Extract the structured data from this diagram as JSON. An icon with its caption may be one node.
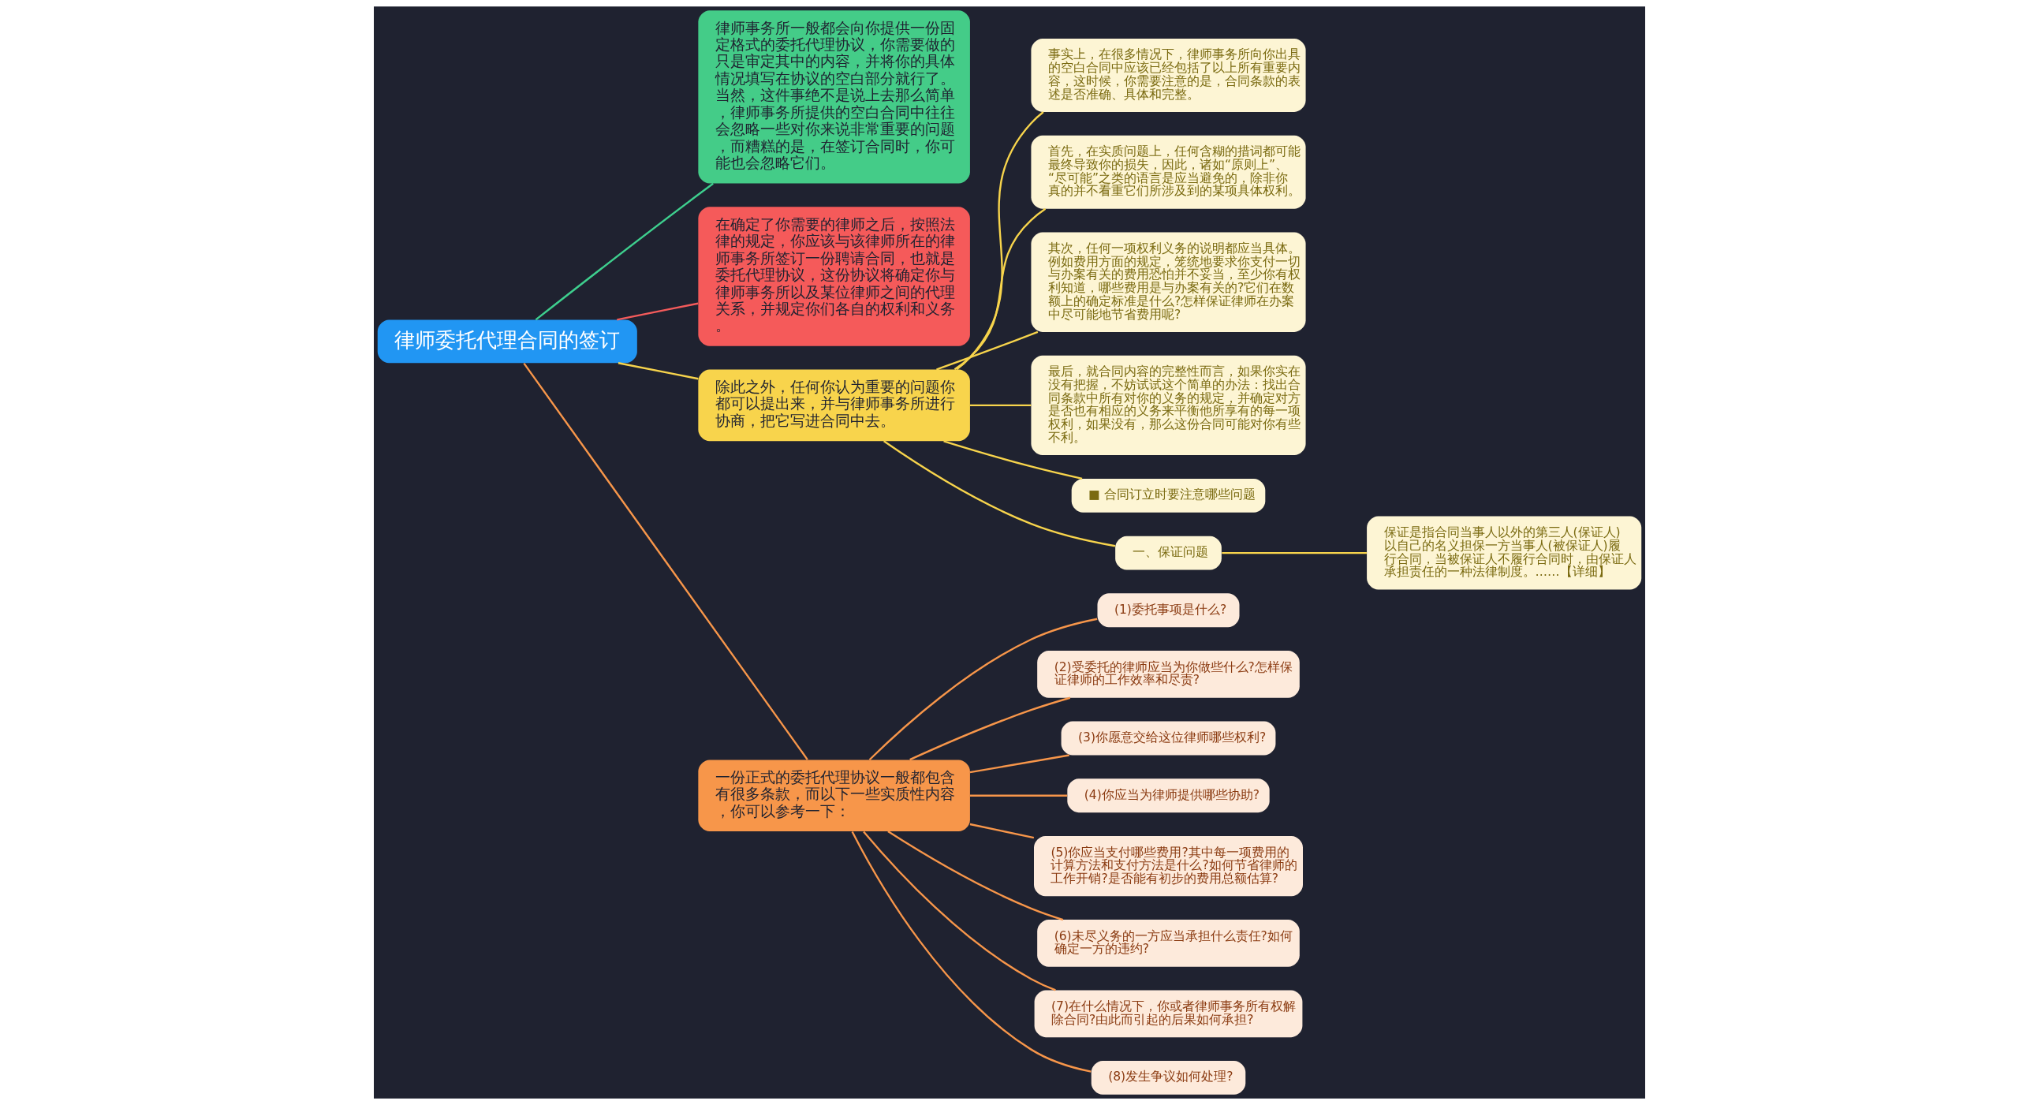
{
  "diagram": {
    "nodes": [
      {
        "text": [
          "律师委托代理合同的签订"
        ]
      },
      {
        "text": [
          "律师事务所一般都会向你提供一份固定格式的委托代理协议，你需要做的只是审定其中的内容，并将你的具体情况填写在协议的空白部分就行了。当然，这件事绝不是说上去那么简单，律师事务所提供的空白合同中往往会忽略一些对你来说非常重要的问题，而糟糕的是，在签订合同时，你可能也会忽略它们。"
        ]
      },
      {
        "text": [
          "在确定了你需要的律师之后，按照法律的规定，你应该与该律师所在的律师事务所签订一份聘请合同，也就是委托代理协议，这份协议将确定你与律师事务所以及某位律师之间的代理关系，并规定你们各自的权利和义务。"
        ]
      },
      {
        "text": [
          "除此之外，任何你认为重要的问题你都可以提出来，并与律师事务所进行协商，把它写进合同中去。"
        ]
      },
      {
        "text": [
          "一份正式的委托代理协议一般都包含有很多条款，而以下一些实质性内容，你可以参考一下："
        ]
      },
      {
        "text": [
          "事实上，在很多情况下，律师事务所向你出具的空白合同中应该已经包括了以上所有重要内容，这时候，你需要注意的是，合同条款的表述是否准确、具体和完整。"
        ]
      },
      {
        "text": [
          "首先，在实质问题上，任何含糊的措词都可能最终导致你的损失，因此，诸如“原则上”、“尽可能”之类的语言是应当避免的，除非你真的并不看重它们所涉及到的某项具体权利。"
        ]
      },
      {
        "text": [
          "其次，任何一项权利义务的说明都应当具体。例如费用方面的规定，笼统地要求你支付一切与办案有关的费用恐怕并不妥当，至少你有权利知道，哪些费用是与办案有关的?它们在数额上的确定标准是什么?怎样保证律师在办案中尽可能地节省费用呢?"
        ]
      },
      {
        "text": [
          "最后，就合同内容的完整性而言，如果你实在没有把握，不妨试试这个简单的办法：找出合同条款中所有对你的义务的规定，并确定对方是否也有相应的义务来平衡他所享有的每一项权利，如果没有，那么这份合同可能对你有些不利。"
        ]
      },
      {
        "text": [
          "■ 合同订立时要注意哪些问题"
        ]
      },
      {
        "text": [
          "一、保证问题"
        ]
      },
      {
        "text": [
          "保证是指合同当事人以外的第三人(保证人)以自己的名义担保一方当事人(被保证人)履行合同，当被保证人不履行合同时，由保证人承担责任的一种法律制度。……【详细】"
        ]
      },
      {
        "text": [
          "(1)委托事项是什么?"
        ]
      },
      {
        "text": [
          "(2)受委托的律师应当为你做些什么?怎样保证律师的工作效率和尽责?"
        ]
      },
      {
        "text": [
          "(3)你愿意交给这位律师哪些权利?"
        ]
      },
      {
        "text": [
          "(4)你应当为律师提供哪些协助?"
        ]
      },
      {
        "text": [
          "(5)你应当支付哪些费用?其中每一项费用的计算方法和支付方法是什么?如何节省律师的工作开销?是否能有初步的费用总额估算?"
        ]
      },
      {
        "text": [
          "(6)未尽义务的一方应当承担什么责任?如何确定一方的违约?"
        ]
      },
      {
        "text": [
          "(7)在什么情况下，你或者律师事务所有权解除合同?由此而引起的后果如何承担?"
        ]
      },
      {
        "text": [
          "(8)发生争议如何处理?"
        ]
      }
    ],
    "edges": [
      {
        "from": 0,
        "to": 1,
        "arrow": "none",
        "color": "#3ecf8e"
      },
      {
        "from": 0,
        "to": 2,
        "arrow": "none",
        "color": "#f45b5b"
      },
      {
        "from": 0,
        "to": 3,
        "arrow": "none",
        "color": "#f7d44c"
      },
      {
        "from": 0,
        "to": 4,
        "arrow": "none",
        "color": "#f7964a"
      },
      {
        "from": 3,
        "to": 5,
        "arrow": "none",
        "color": "#f7d44c"
      },
      {
        "from": 3,
        "to": 6,
        "arrow": "none",
        "color": "#f7d44c"
      },
      {
        "from": 3,
        "to": 7,
        "arrow": "none",
        "color": "#f7d44c"
      },
      {
        "from": 3,
        "to": 8,
        "arrow": "none",
        "color": "#f7d44c"
      },
      {
        "from": 3,
        "to": 9,
        "arrow": "none",
        "color": "#f7d44c"
      },
      {
        "from": 3,
        "to": 10,
        "arrow": "none",
        "color": "#f7d44c"
      },
      {
        "from": 10,
        "to": 11,
        "arrow": "none",
        "color": "#f7d44c"
      },
      {
        "from": 4,
        "to": 12,
        "arrow": "none",
        "color": "#f7964a"
      },
      {
        "from": 4,
        "to": 13,
        "arrow": "none",
        "color": "#f7964a"
      },
      {
        "from": 4,
        "to": 14,
        "arrow": "none",
        "color": "#f7964a"
      },
      {
        "from": 4,
        "to": 15,
        "arrow": "none",
        "color": "#f7964a"
      },
      {
        "from": 4,
        "to": 16,
        "arrow": "none",
        "color": "#f7964a"
      },
      {
        "from": 4,
        "to": 17,
        "arrow": "none",
        "color": "#f7964a"
      },
      {
        "from": 4,
        "to": 18,
        "arrow": "none",
        "color": "#f7964a"
      },
      {
        "from": 4,
        "to": 19,
        "arrow": "none",
        "color": "#f7964a"
      }
    ]
  }
}
